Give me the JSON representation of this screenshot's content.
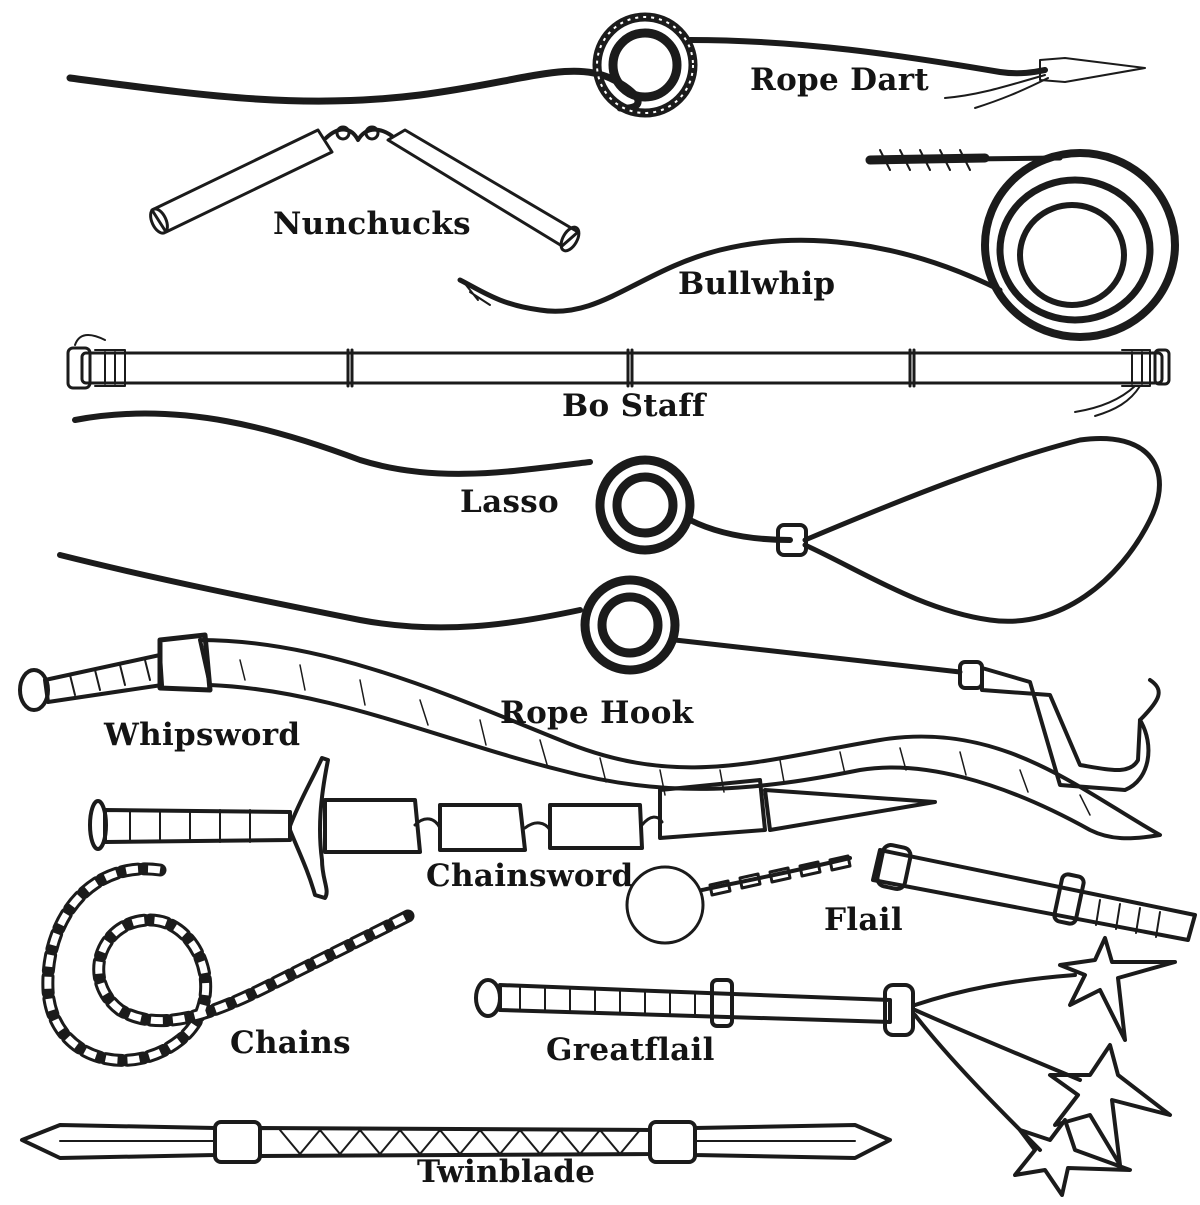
{
  "labels": {
    "rope_dart": "Rope Dart",
    "nunchucks": "Nunchucks",
    "bullwhip": "Bullwhip",
    "bo_staff": "Bo Staff",
    "lasso": "Lasso",
    "rope_hook": "Rope Hook",
    "whipsword": "Whipsword",
    "chainsword": "Chainsword",
    "flail": "Flail",
    "chains": "Chains",
    "greatflail": "Greatflail",
    "twinblade": "Twinblade"
  },
  "colors": {
    "ink": "#1b1b1b",
    "paper": "#ffffff"
  }
}
